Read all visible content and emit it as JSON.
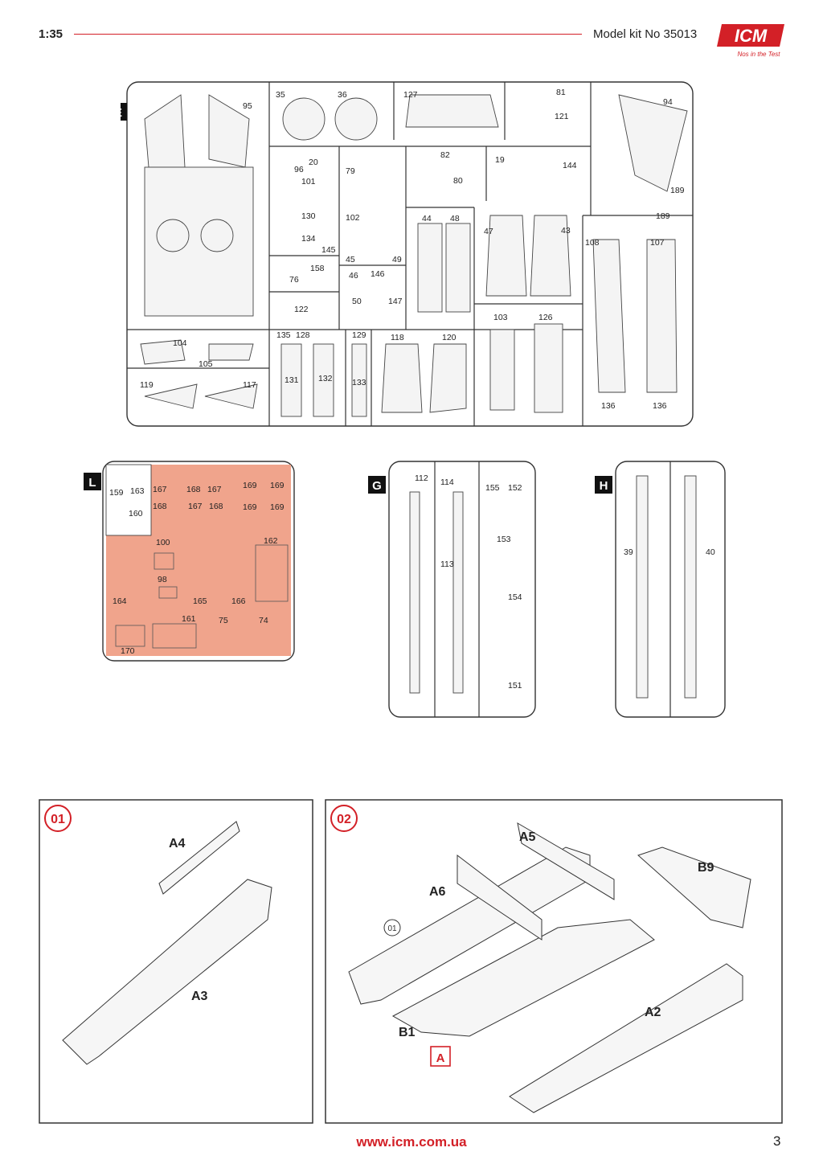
{
  "header": {
    "scale": "1:35",
    "kit": "Model kit No 35013",
    "brand": "ICM",
    "tagline": "Nos in the Test"
  },
  "sprues": {
    "E": {
      "letter": "E",
      "labels": [
        "95",
        "35",
        "36",
        "127",
        "81",
        "121",
        "94",
        "20",
        "96",
        "101",
        "79",
        "82",
        "19",
        "144",
        "80",
        "130",
        "102",
        "134",
        "145",
        "44",
        "48",
        "47",
        "43",
        "45",
        "49",
        "158",
        "76",
        "46",
        "146",
        "50",
        "147",
        "122",
        "108",
        "107",
        "189",
        "189",
        "104",
        "105",
        "135",
        "128",
        "129",
        "118",
        "120",
        "103",
        "126",
        "131",
        "132",
        "133",
        "119",
        "117",
        "136",
        "136"
      ]
    },
    "L": {
      "letter": "L",
      "labels": [
        "159",
        "163",
        "167",
        "168",
        "167",
        "169",
        "169",
        "160",
        "168",
        "167",
        "168",
        "169",
        "169",
        "100",
        "162",
        "98",
        "164",
        "165",
        "166",
        "161",
        "75",
        "74",
        "170"
      ]
    },
    "G": {
      "letter": "G",
      "labels": [
        "112",
        "114",
        "155",
        "152",
        "113",
        "153",
        "154",
        "151"
      ]
    },
    "H": {
      "letter": "H",
      "labels": [
        "39",
        "40"
      ]
    }
  },
  "steps": [
    {
      "number": "01",
      "parts": [
        "A4",
        "A3"
      ]
    },
    {
      "number": "02",
      "parts": [
        "A5",
        "B9",
        "A6",
        "01",
        "B1",
        "A2"
      ],
      "callout": "A"
    }
  ],
  "footer": {
    "url": "www.icm.com.ua",
    "page": "3"
  },
  "colors": {
    "accent": "#d32027",
    "highlight": "#f0a48c"
  }
}
